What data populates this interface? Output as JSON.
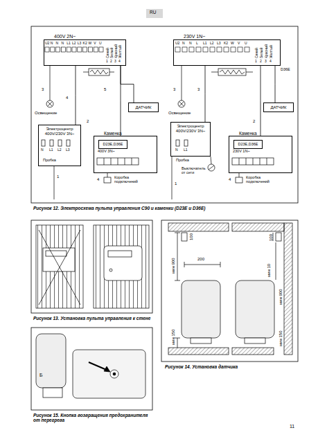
{
  "diagram": {
    "caption": "Рисунок 12.  Электросхема пульта управления С90 и каменки (D23E и D36E)",
    "nodes": [
      {
        "text": [
          "400V 2N~"
        ]
      },
      {
        "text": [
          "ДАТЧИК"
        ]
      },
      {
        "text": [
          "Электроцентр 400V/230V 3N~"
        ]
      },
      {
        "text": [
          "Каменка"
        ]
      },
      {
        "text": [
          "D23E,D36E"
        ],
        "in": 3
      },
      {
        "text": [
          "230V 1N~"
        ]
      },
      {
        "text": [
          "ДАТЧИК"
        ]
      },
      {
        "text": [
          "Электроцентр 400V/230V 3N~"
        ]
      },
      {
        "text": [
          "Каменка"
        ]
      },
      {
        "text": [
          "D23E,D36E"
        ],
        "in": 8
      }
    ],
    "edges": [
      {
        "from": 0,
        "to": 1,
        "arrow": "none"
      },
      {
        "from": 0,
        "to": 3,
        "arrow": "none"
      },
      {
        "from": 2,
        "to": 0,
        "arrow": "none"
      },
      {
        "from": 5,
        "to": 6,
        "arrow": "none"
      },
      {
        "from": 5,
        "to": 8,
        "arrow": "none"
      },
      {
        "from": 7,
        "to": 5,
        "arrow": "none"
      }
    ],
    "labels": [
      "RU",
      "U2",
      "N",
      "N",
      "N",
      "L1",
      "L2",
      "L3",
      "K2",
      "W",
      "V",
      "U",
      "Синий",
      "Белый",
      "Красный",
      "Желтый",
      "1",
      "2",
      "3",
      "4",
      "3",
      "Освещение",
      "4",
      "5",
      "N",
      "L1",
      "L2",
      "L3",
      "Пробка",
      "400V 3N~",
      "4",
      "Коробка подключений",
      "2",
      "1",
      "U2",
      "N",
      "N",
      "L",
      "L1",
      "L2",
      "L3",
      "K2",
      "W",
      "V",
      "U",
      "Синий",
      "Белый",
      "Красный",
      "Желтый",
      "1",
      "2",
      "3",
      "4",
      "D36E",
      "3",
      "Освещение",
      "3",
      "2",
      "N",
      "L1",
      "Пробка",
      "Выключатель от сети",
      "230V 1N~",
      "4",
      "Коробка подключений",
      "1",
      "Рисунок 13.  Установка пульта управления к стене",
      "мин 900",
      "100",
      "200",
      "мин 150",
      "мин 10",
      "100",
      "мин 900",
      "мин 150",
      "Рисунок 14.  Установка датчика",
      "Б",
      "Рисунок 15.  Кнопка возвращения  предохранителя от перегрева",
      "11"
    ]
  }
}
